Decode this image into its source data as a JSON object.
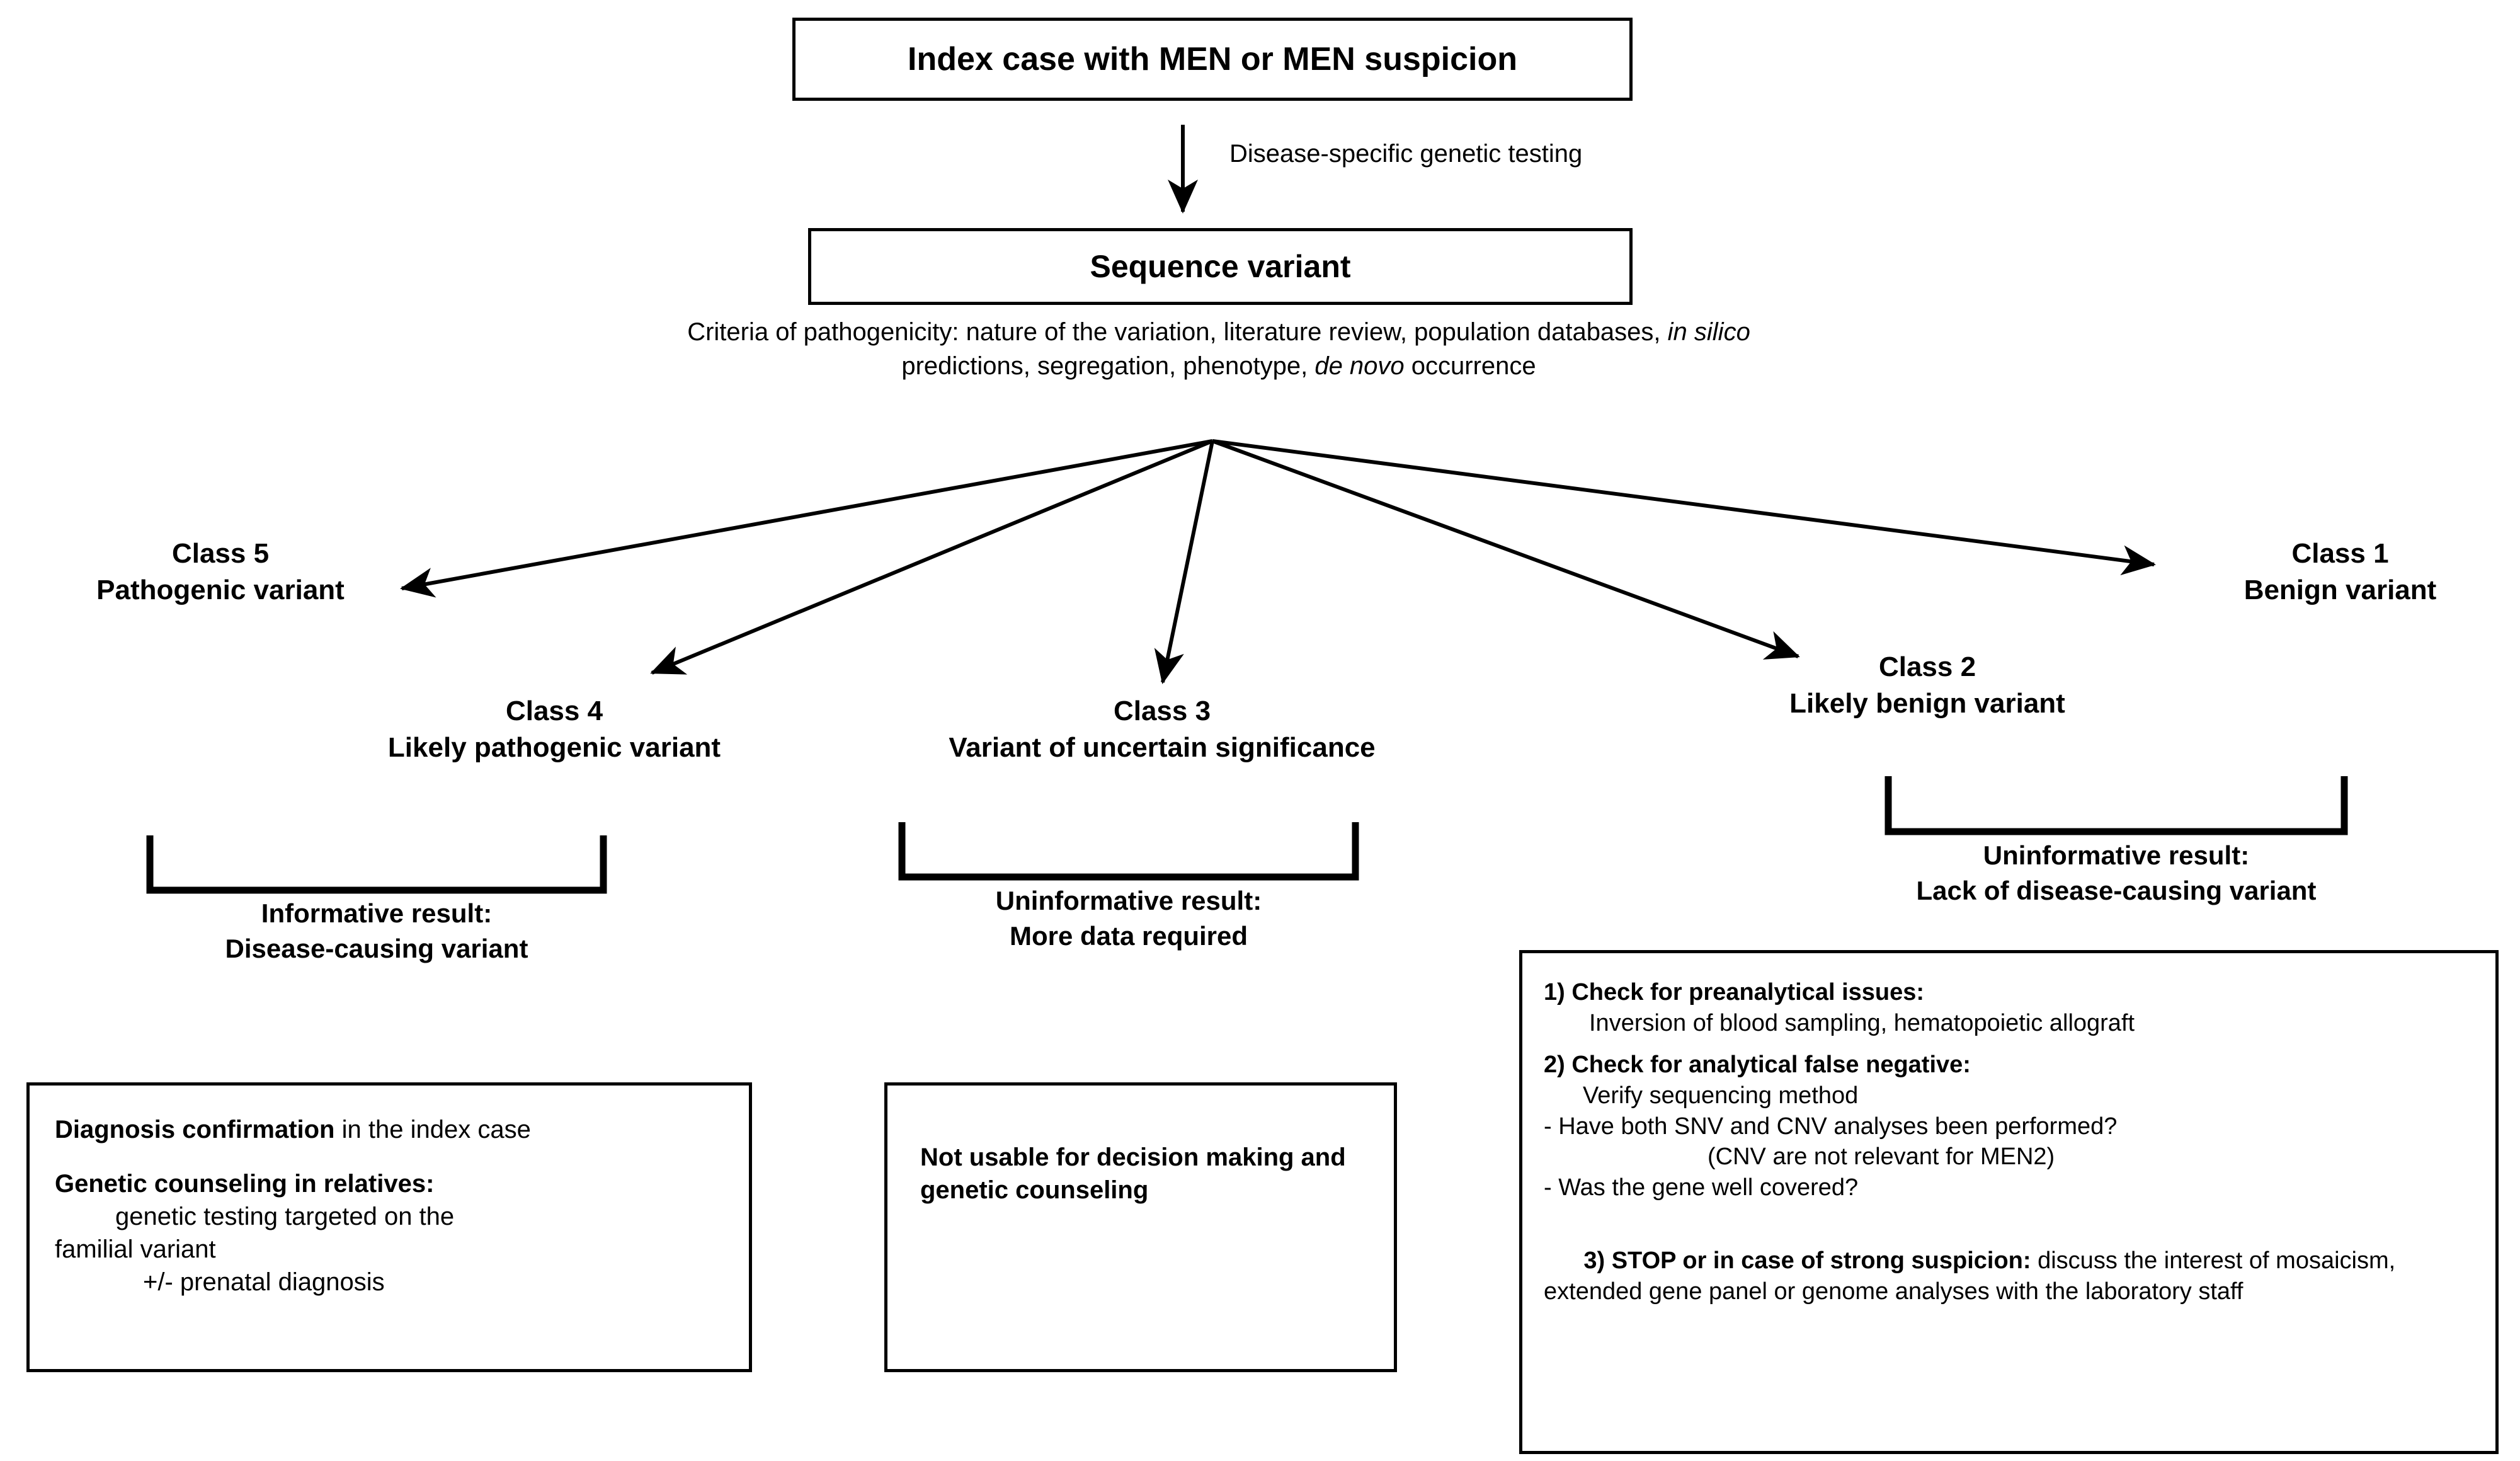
{
  "diagram": {
    "title_box": {
      "label": "Index case with MEN or MEN suspicion"
    },
    "edge_label": {
      "label": "Disease-specific genetic testing"
    },
    "sequence_box": {
      "label": "Sequence variant"
    },
    "criteria": {
      "line1_a": "Criteria of pathogenicity: nature of the variation, literature review, population databases, ",
      "line1_it": "in silico",
      "line2_a": "predictions, segregation, phenotype, ",
      "line2_it": "de novo",
      "line2_b": " occurrence"
    },
    "classes": [
      {
        "id": "class5",
        "number": "Class 5",
        "name": "Pathogenic variant"
      },
      {
        "id": "class4",
        "number": "Class 4",
        "name": "Likely pathogenic variant"
      },
      {
        "id": "class3",
        "number": "Class 3",
        "name": "Variant of uncertain significance"
      },
      {
        "id": "class2",
        "number": "Class 2",
        "name": "Likely benign variant"
      },
      {
        "id": "class1",
        "number": "Class 1",
        "name": "Benign variant"
      }
    ],
    "bracket_labels": [
      {
        "id": "left",
        "line1": "Informative result:",
        "line2": "Disease-causing variant"
      },
      {
        "id": "middle",
        "line1": "Uninformative result:",
        "line2": "More data required"
      },
      {
        "id": "right",
        "line1": "Uninformative result:",
        "line2": "Lack of disease-causing variant"
      }
    ],
    "outcome_left": {
      "l1_bold": "Diagnosis confirmation",
      "l1_rest": " in the index case",
      "l2_bold": "Genetic counseling in relatives:",
      "l3": "genetic testing targeted on the",
      "l4": "familial variant",
      "l5": "+/- prenatal diagnosis"
    },
    "outcome_middle": {
      "text": "Not usable for decision making and genetic counseling"
    },
    "outcome_right": {
      "item1_bold": "1) Check for preanalytical issues:",
      "item1_sub": "Inversion of blood sampling, hematopoietic allograft",
      "item2_bold": "2) Check for analytical false negative:",
      "item2_sub": "Verify sequencing method",
      "item2_bullet1": "-  Have both SNV and CNV analyses been performed?",
      "item2_paren": "(CNV are not relevant for MEN2)",
      "item2_bullet2": "-     Was the gene well covered?",
      "item3_bold": "3) STOP or in case of strong suspicion:",
      "item3_rest": " discuss the interest of mosaicism, extended gene panel or genome analyses with the laboratory staff"
    },
    "colors": {
      "ink": "#000000",
      "paper": "#ffffff"
    }
  }
}
